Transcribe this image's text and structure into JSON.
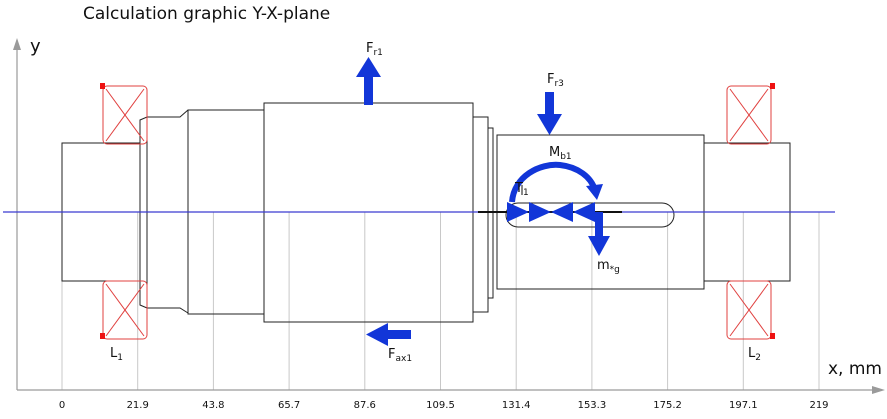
{
  "title": "Calculation graphic Y-X-plane",
  "axes": {
    "y_label": "y",
    "x_label": "x, mm",
    "x_ticks": [
      "0",
      "21.9",
      "43.8",
      "65.7",
      "87.6",
      "109.5",
      "131.4",
      "153.3",
      "175.2",
      "197.1",
      "219"
    ]
  },
  "forces": {
    "fr1": {
      "main": "F",
      "sub": "r1"
    },
    "fr3": {
      "main": "F",
      "sub": "r3"
    },
    "mb1": {
      "main": "M",
      "sub": "b1"
    },
    "fax1": {
      "main": "F",
      "sub": "ax1"
    },
    "t1": {
      "main": "T",
      "sub": "1"
    },
    "mg": {
      "main": "m",
      "sub": "*g"
    }
  },
  "bearings": {
    "l1": {
      "main": "L",
      "sub": "1"
    },
    "l2": {
      "main": "L",
      "sub": "2"
    }
  },
  "colors": {
    "axis": "#9a9a9a",
    "shaft": "#222222",
    "grid": "#c8c8c8",
    "centerline": "#3b3bd1",
    "arrow": "#1236d8",
    "bearing_cross": "#e0403f",
    "bearing_dot": "#ee1111"
  }
}
